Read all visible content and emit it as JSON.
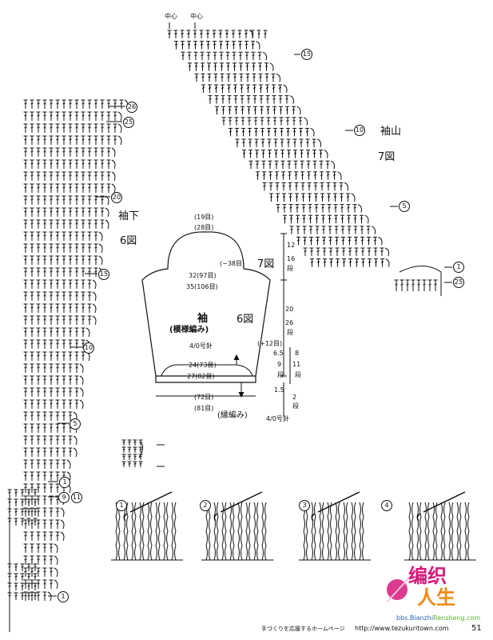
{
  "sleeve_cap": {
    "center_labels": [
      "中心",
      "中心"
    ],
    "rows": [
      "15",
      "10",
      "5",
      "1",
      "25"
    ],
    "title": "袖山",
    "fig": "7図"
  },
  "sleeve_under": {
    "rows": [
      "26",
      "25",
      "20",
      "15",
      "10",
      "5",
      "1",
      "9",
      "11",
      "1"
    ],
    "title": "袖下",
    "fig": "6図"
  },
  "schematic": {
    "top_a": "(19目)",
    "top_b": "(28目)",
    "cap_dec": "(−38目)",
    "cap_fig": "7図",
    "width1_a": "32(97目)",
    "width1_b": "35(106目)",
    "title": "袖",
    "fig": "6図",
    "pattern": "(模様編み)",
    "hook": "4/0号針",
    "width2_a": "24(73目)",
    "width2_b": "27(82目)",
    "bottom_a": "(72目)",
    "bottom_b": "(81目)",
    "edge": "(縁編み)",
    "edge_hook": "4/0号針",
    "h_cap_a": "12",
    "h_cap_b": "16",
    "h_cap_unit": "段",
    "h_body_a": "20",
    "h_body_b": "26",
    "h_body_unit": "段",
    "h_inc": "(+12目)",
    "h_s1_a": "6.5",
    "h_s1_b": "8",
    "h_s2_a": "9",
    "h_s2_b": "11",
    "h_s_unit": "段",
    "h_edge_a": "1.5",
    "h_edge_b": "2",
    "h_edge_unit": "段"
  },
  "steps": [
    "1",
    "2",
    "3",
    "4"
  ],
  "footer": {
    "left": "手づくりを応援するホームページ",
    "url": "http://www.tezukuritown.com",
    "page": "51"
  },
  "watermark": {
    "line1": "编织",
    "line2": "人生",
    "site_pre": "bbs.Bianzhi",
    "site_post": "Rensheng.com",
    "colors": {
      "magenta": "#d6187a",
      "orange": "#f08a12",
      "green": "#59b12c",
      "blue": "#2c64b8"
    }
  }
}
